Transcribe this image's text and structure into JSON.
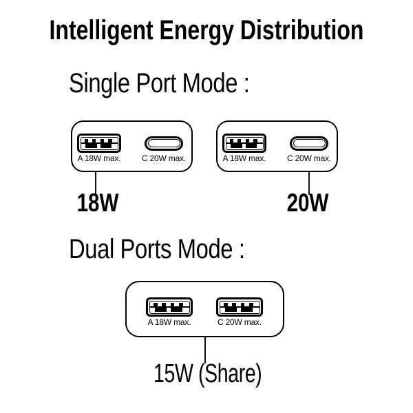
{
  "title": "Intelligent Energy Distribution",
  "colors": {
    "ink": "#000000",
    "background": "#ffffff"
  },
  "single_port_mode": {
    "heading": "Single Port Mode :",
    "chargers": [
      {
        "ports": [
          {
            "type": "USB-A",
            "label": "A 18W max."
          },
          {
            "type": "USB-C",
            "label": "C 20W max."
          }
        ],
        "callout": "18W"
      },
      {
        "ports": [
          {
            "type": "USB-A",
            "label": "A 18W max."
          },
          {
            "type": "USB-C",
            "label": "C 20W max."
          }
        ],
        "callout": "20W"
      }
    ]
  },
  "dual_ports_mode": {
    "heading": "Dual Ports Mode :",
    "charger": {
      "ports": [
        {
          "type": "USB-A",
          "label": "A 18W max."
        },
        {
          "type": "USB-A",
          "label": "C 20W max."
        }
      ],
      "callout": "15W (Share)"
    }
  }
}
